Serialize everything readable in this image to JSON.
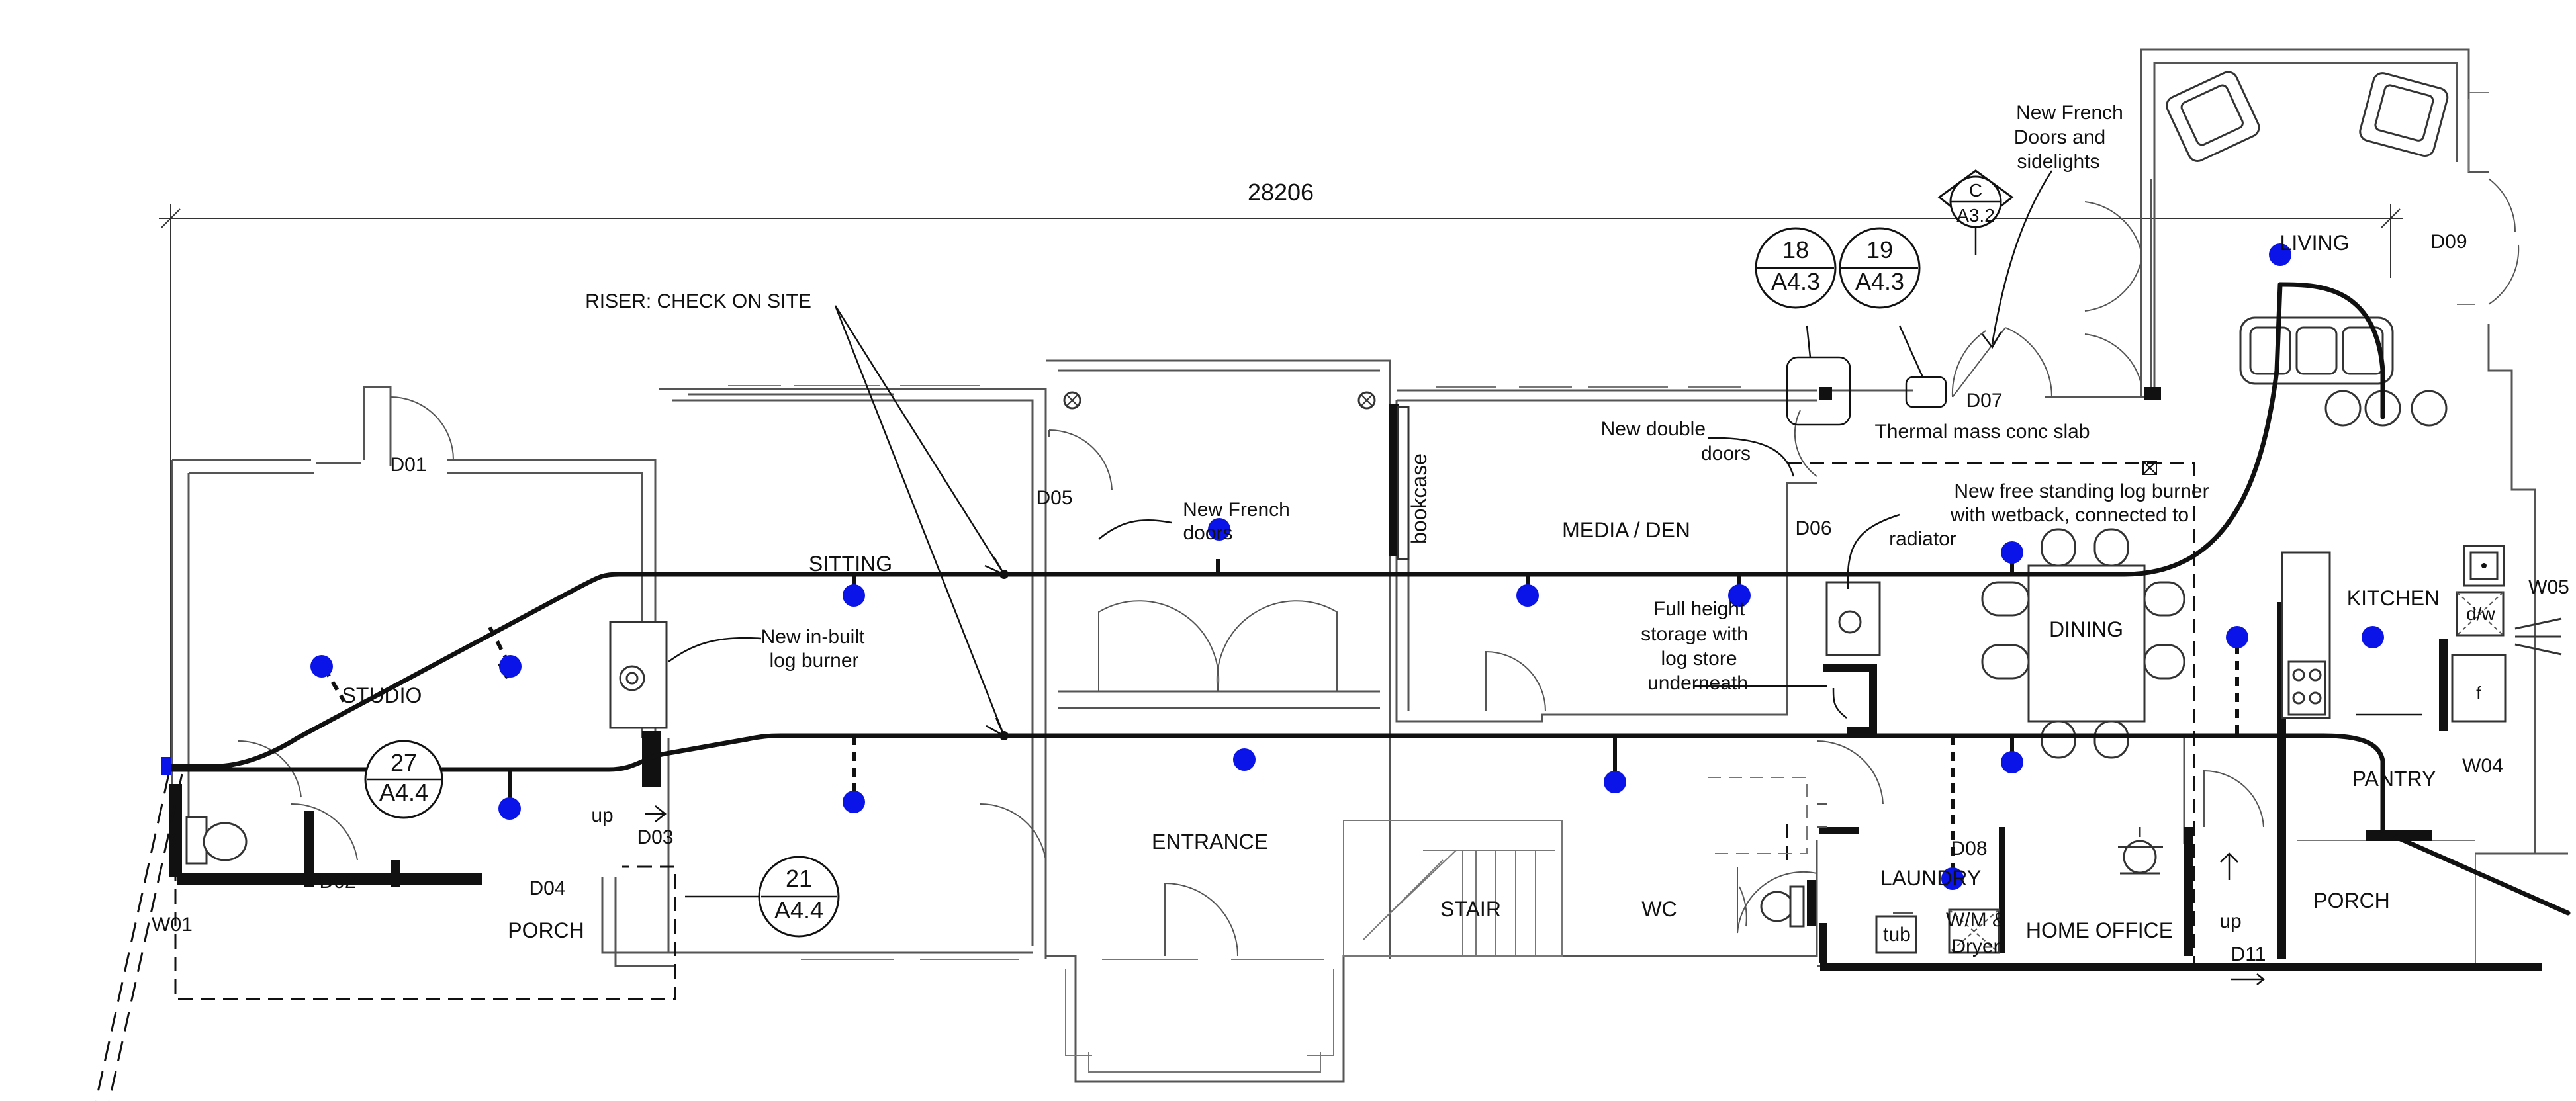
{
  "dimension": {
    "overall": "28206"
  },
  "rooms": {
    "studio": "STUDIO",
    "sitting": "SITTING",
    "entrance": "ENTRANCE",
    "stair": "STAIR",
    "wc": "WC",
    "media_den": "MEDIA / DEN",
    "dining": "DINING",
    "living": "LIVING",
    "kitchen": "KITCHEN",
    "pantry": "PANTRY",
    "laundry": "LAUNDRY",
    "home_office": "HOME OFFICE",
    "porch_west": "PORCH",
    "porch_east": "PORCH"
  },
  "fixtures": {
    "bookcase": "bookcase",
    "tub": "tub",
    "washer_line1": "W/M &",
    "washer_line2": "Dryer",
    "dishwasher": "d/w",
    "fridge": "f"
  },
  "tags": {
    "d01": "D01",
    "d02": "D02",
    "d03": "D03",
    "d04": "D04",
    "d05": "D05",
    "d06": "D06",
    "d07": "D07",
    "d08": "D08",
    "d09": "D09",
    "d11": "D11",
    "w01": "W01",
    "w04": "W04",
    "w05": "W05",
    "up_west": "up",
    "up_east": "up"
  },
  "annotations": {
    "riser": "RISER: CHECK ON SITE",
    "french_doors_mid": [
      "New French",
      "doors"
    ],
    "log_burner_inbuilt": [
      "New in-built",
      "log burner"
    ],
    "double_doors": [
      "New double",
      "doors"
    ],
    "thermal_slab": "Thermal mass conc slab",
    "freestanding_burner": [
      "New free standing log burner",
      "with wetback, connected to",
      "radiator"
    ],
    "storage": [
      "Full height",
      "storage with",
      "log store",
      "underneath"
    ],
    "french_doors_top": [
      "New French",
      "Doors and",
      "sidelights"
    ]
  },
  "callouts": [
    {
      "top": "18",
      "bottom": "A4.3"
    },
    {
      "top": "19",
      "bottom": "A4.3"
    },
    {
      "top": "27",
      "bottom": "A4.4"
    },
    {
      "top": "21",
      "bottom": "A4.4"
    }
  ],
  "section_marker": {
    "top": "C",
    "bottom": "A3.2"
  },
  "colors": {
    "sensor": "#0a14e8",
    "ink": "#111111",
    "wall": "#555555"
  }
}
